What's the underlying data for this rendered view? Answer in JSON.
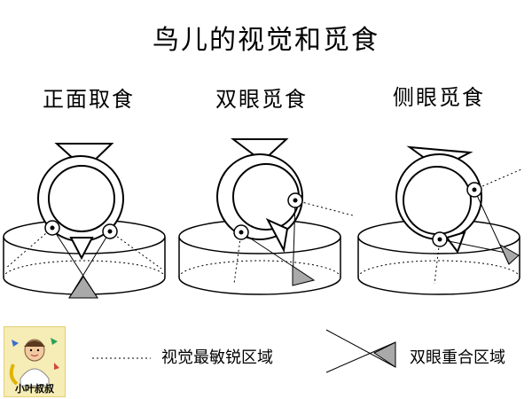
{
  "title": "鸟儿的视觉和觅食",
  "panels": [
    {
      "label": "正面取食"
    },
    {
      "label": "双眼觅食"
    },
    {
      "label": "侧眼觅食"
    }
  ],
  "legend": {
    "field_label": "视觉最敏锐区域",
    "overlap_label": "双眼重合区域"
  },
  "logo": {
    "text": "小叶叔叔",
    "icon": "cartoon-person-with-birds"
  },
  "colors": {
    "triangle_fill": "#a9a9a9",
    "stroke": "#000000",
    "background": "#ffffff"
  }
}
